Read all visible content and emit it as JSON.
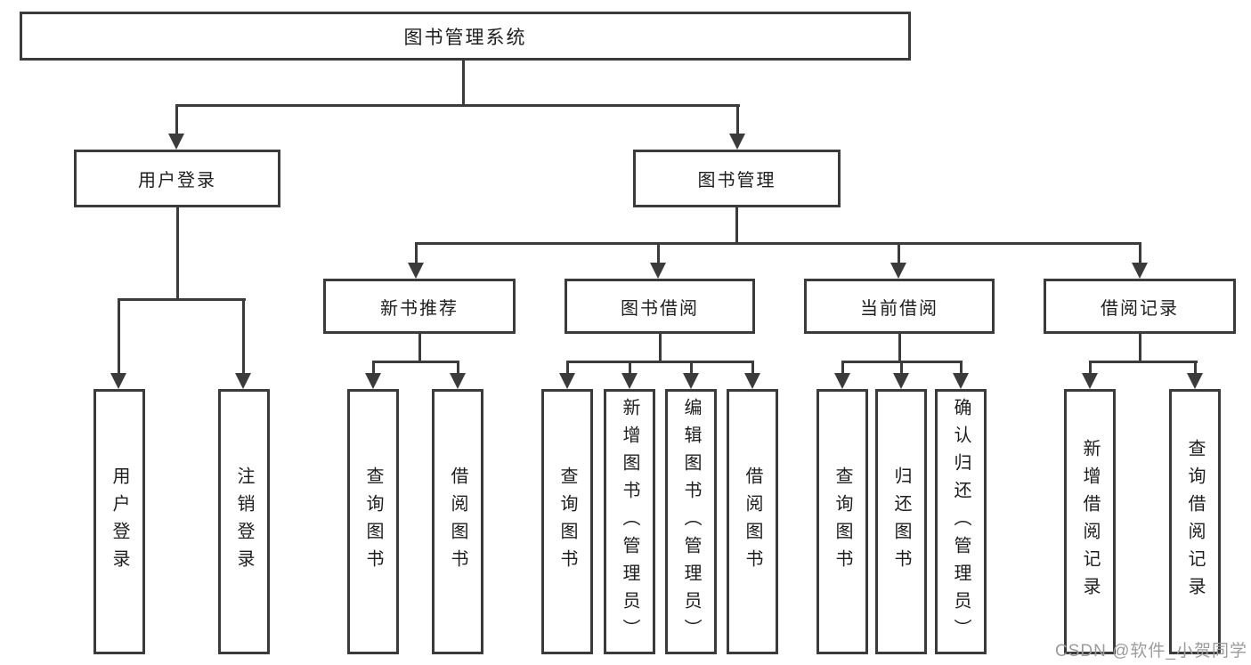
{
  "diagram": {
    "title": "图书管理系统",
    "level2": {
      "user": {
        "label": "用户登录",
        "children": [
          "用户登录",
          "注销登录"
        ]
      },
      "mgmt": {
        "label": "图书管理",
        "sections": {
          "newbook": {
            "label": "新书推荐",
            "children": [
              "查询图书",
              "借阅图书"
            ]
          },
          "borrow": {
            "label": "图书借阅",
            "children": [
              "查询图书",
              "新增图书（管理员）",
              "编辑图书（管理员）",
              "借阅图书"
            ]
          },
          "current": {
            "label": "当前借阅",
            "children": [
              "查询图书",
              "归还图书",
              "确认归还（管理员）"
            ]
          },
          "records": {
            "label": "借阅记录",
            "children": [
              "新增借阅记录",
              "查询借阅记录"
            ]
          }
        }
      }
    }
  },
  "watermark": {
    "text": "CSDN @软件_小贺同学"
  },
  "colors": {
    "line": "#3b3b3b",
    "text": "#1e1e1e",
    "background": "#ffffff",
    "watermark": "#9c9c9c"
  }
}
